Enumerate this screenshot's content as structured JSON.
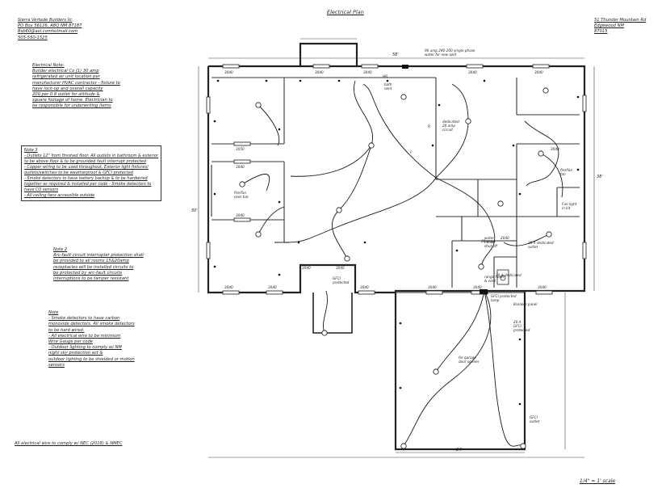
{
  "title": "Electrical Plan",
  "contractor": {
    "lines": [
      "Sierra Vertede Builders llc",
      "PO Box 56126, ABQ NM 87187",
      "Bsb60@aol.comhotmail.com",
      "505-550-1525"
    ]
  },
  "project_address": {
    "lines": [
      "51 Thunder Mountain Rd",
      "Edgewood NM",
      "87015"
    ]
  },
  "note_electrical": {
    "lines": [
      "Electrical Note:",
      "Builder electrical Co (1) 30 amp",
      "refrigerated air unit location per",
      "manufacturer HVAC contractor - fixture to",
      "have lock-up and overall capacity",
      "200 per 0.9 outlet for attitude &",
      "square footage of home. Electrician to",
      "be responsible for underwriting items"
    ]
  },
  "note_smoke": {
    "lines": [
      "Note 3",
      "- Outlets 12\" from finished floor. All outlets in bathroom & exterior",
      "to be above floor & to be grounded fault interrupt protected",
      "- Copper wiring to be used throughout. Exterior light fixtures/",
      "outlets/switches to be weatherproof & GFCI protected",
      "- Smoke detectors to have battery backup & to be hardwired",
      "together as required & installed per code - Smoke detectors to",
      "have CO sensors",
      "- All ceiling fans accessible outside"
    ]
  },
  "note_afci": {
    "lines": [
      "Note 2",
      "Arc-fault circuit interrupter protection shall",
      "be provided to all rooms 15&20amp",
      "receptacles will be installed circuits to",
      "be protected by arc-fault circuits",
      "interruptions to be tamper resistant"
    ]
  },
  "note_general": {
    "lines": [
      "Note",
      "- Smoke detectors to have carbon",
      "monoxide detectors. All smoke detectors",
      "to be hard wired.",
      "- All electrical wire to be minimum",
      "Wire Gauge per code",
      "- Outdoor lighting to comply w/ NM",
      "night sky protection act &",
      "outdoor lighting to be shielded or motion",
      "sensors"
    ]
  },
  "bottom_note": "All electrical wire to comply w/ NEC (2018) & NMEC",
  "scale": "1/4\" = 1' scale",
  "callouts": {
    "service": "90 amp 240-200 single phase\nwater for new split",
    "dedicated_20": "dedicated\n20 amp\ncircuit",
    "dedicated_outlet_20a": "20 A dedicated\noutlet",
    "dedicated_30a": "30 A dedicated",
    "fixture_over_tub": "fire/fan\nover tub",
    "fixture_fan": "fire/fan\nfan",
    "fan_light": "Fan light\nin kit",
    "range_hood": "range hood\n& vent",
    "bath_fan": "bath\nvent",
    "exterior_gfci": "GFCI protected\nlamp",
    "breaker_panel": "Breaker panel",
    "gfci_outlet_porch": "GFCI\nprotected",
    "garage_door": "for garage\ndoor opener",
    "gfci_garage": "20 A\nGFCI\nprotected",
    "gfci_ext": "GFCI\noutlet",
    "water_heater": "water\nheater\nshut off",
    "hb": "HB",
    "fireplace": "F",
    "range": "R",
    "laundry": "20 amp",
    "dim_main": "58'",
    "dim_right": "38'",
    "dim_garage": "24'",
    "dim_side": "50'"
  },
  "window_labels": [
    "3040",
    "3040",
    "3040",
    "3040",
    "3040",
    "3050",
    "3040",
    "3040",
    "3040",
    "3040",
    "3040",
    "3040",
    "3040",
    "3040",
    "3040",
    "3040",
    "3040",
    "2040"
  ]
}
